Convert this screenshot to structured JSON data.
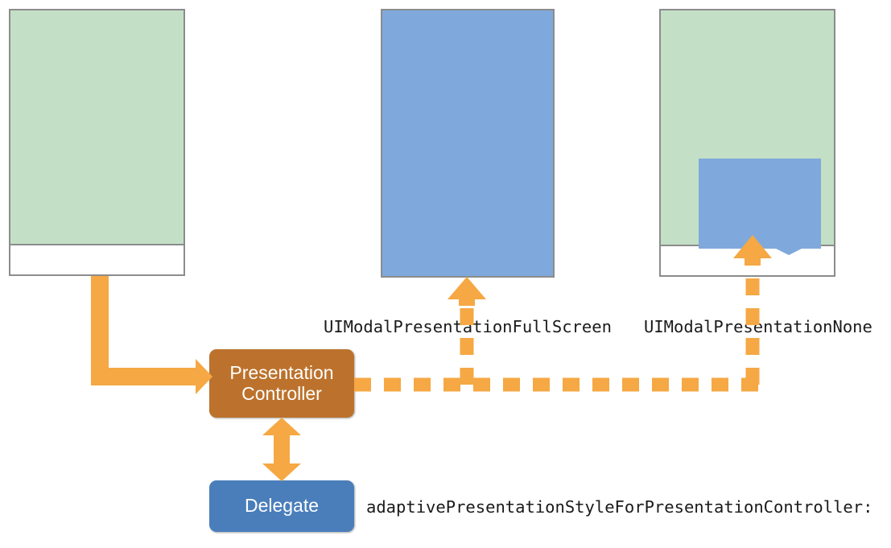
{
  "diagram": {
    "title": "UIPresentationController adaptive presentation diagram",
    "colors": {
      "green_fill": "#c3e0c6",
      "blue_fill": "#7fa9dc",
      "frame_stroke": "#8c8c8c",
      "accent_orange": "#f5a843",
      "controller_brown": "#bc722c",
      "delegate_blue": "#4a7ebb",
      "background": "#ffffff",
      "text_dark": "#1a1a1a",
      "text_light": "#ffffff"
    },
    "screens": [
      {
        "id": "screen-one",
        "name": "source-screen",
        "content_fill": "green_fill",
        "has_bottom_bar": true
      },
      {
        "id": "screen-two",
        "name": "fullscreen-presentation-screen",
        "content_fill": "blue_fill",
        "has_bottom_bar": false
      },
      {
        "id": "screen-three",
        "name": "popover-presentation-screen",
        "content_fill": "green_fill",
        "has_bottom_bar": true,
        "popover": {
          "name": "popover-panel",
          "fill": "blue_fill"
        }
      }
    ],
    "nodes": [
      {
        "id": "presentation-controller",
        "label_line_1": "Presentation",
        "label_line_2": "Controller",
        "fill": "#bc722c"
      },
      {
        "id": "delegate",
        "label": "Delegate",
        "fill": "#4a7ebb"
      }
    ],
    "labels": {
      "fullscreen": "UIModalPresentationFullScreen",
      "none": "UIModalPresentationNone",
      "delegate_method": "adaptivePresentationStyleForPresentationController:"
    },
    "connectors": [
      {
        "id": "source-to-controller",
        "name": "solid-elbow-arrow",
        "style": "solid",
        "from": "screen-one",
        "to": "presentation-controller",
        "arrowheads": "end"
      },
      {
        "id": "controller-to-fullscreen",
        "name": "dashed-arrow-fullscreen",
        "style": "dashed",
        "from": "presentation-controller",
        "to": "screen-two",
        "arrowheads": "end"
      },
      {
        "id": "controller-to-popover",
        "name": "dashed-arrow-popover",
        "style": "dashed",
        "from": "presentation-controller",
        "to": "screen-three",
        "arrowheads": "end"
      },
      {
        "id": "controller-delegate-link",
        "name": "double-headed-arrow",
        "style": "solid",
        "from": "presentation-controller",
        "to": "delegate",
        "arrowheads": "both"
      }
    ]
  }
}
